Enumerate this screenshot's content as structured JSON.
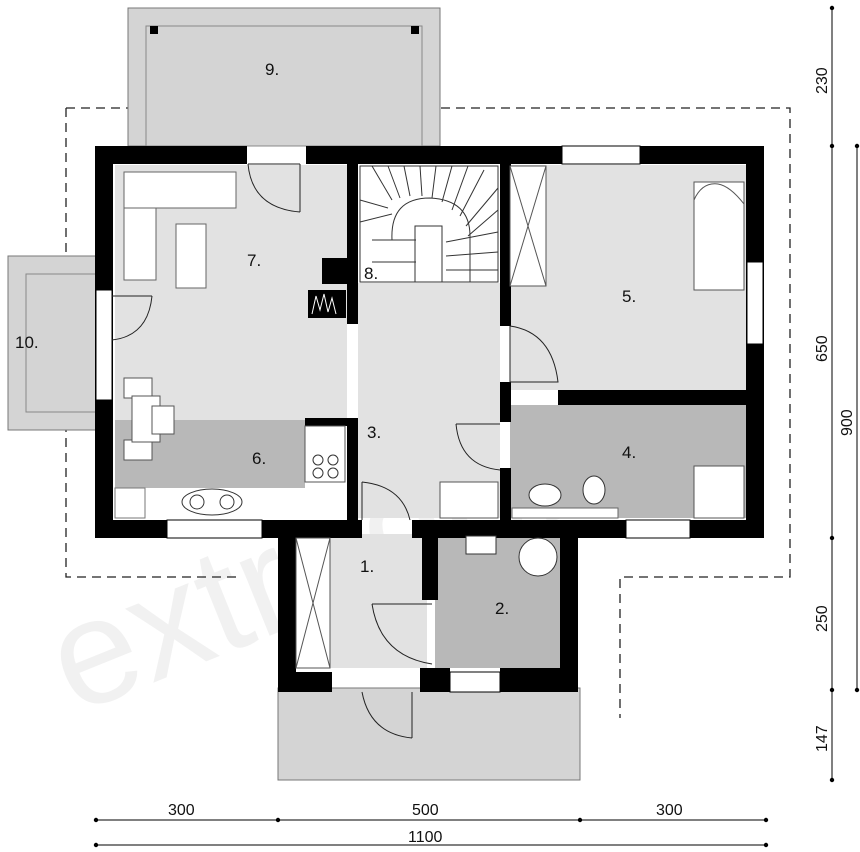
{
  "plan": {
    "rooms": [
      {
        "id": "1",
        "label": "1."
      },
      {
        "id": "2",
        "label": "2."
      },
      {
        "id": "3",
        "label": "3."
      },
      {
        "id": "4",
        "label": "4."
      },
      {
        "id": "5",
        "label": "5."
      },
      {
        "id": "6",
        "label": "6."
      },
      {
        "id": "7",
        "label": "7."
      },
      {
        "id": "8",
        "label": "8."
      },
      {
        "id": "9",
        "label": "9."
      },
      {
        "id": "10",
        "label": "10."
      }
    ],
    "dimensions": {
      "bottom": [
        "300",
        "500",
        "300"
      ],
      "total_width": "1100",
      "right_inner": [
        "230",
        "650",
        "250",
        "147"
      ],
      "total_height": "900"
    },
    "watermark": "extradom",
    "colors": {
      "wall": "#000000",
      "floor_light": "#e0e0e0",
      "floor_dark": "#b3b3b3",
      "terrace": "#d0d0d0",
      "white": "#ffffff"
    }
  }
}
